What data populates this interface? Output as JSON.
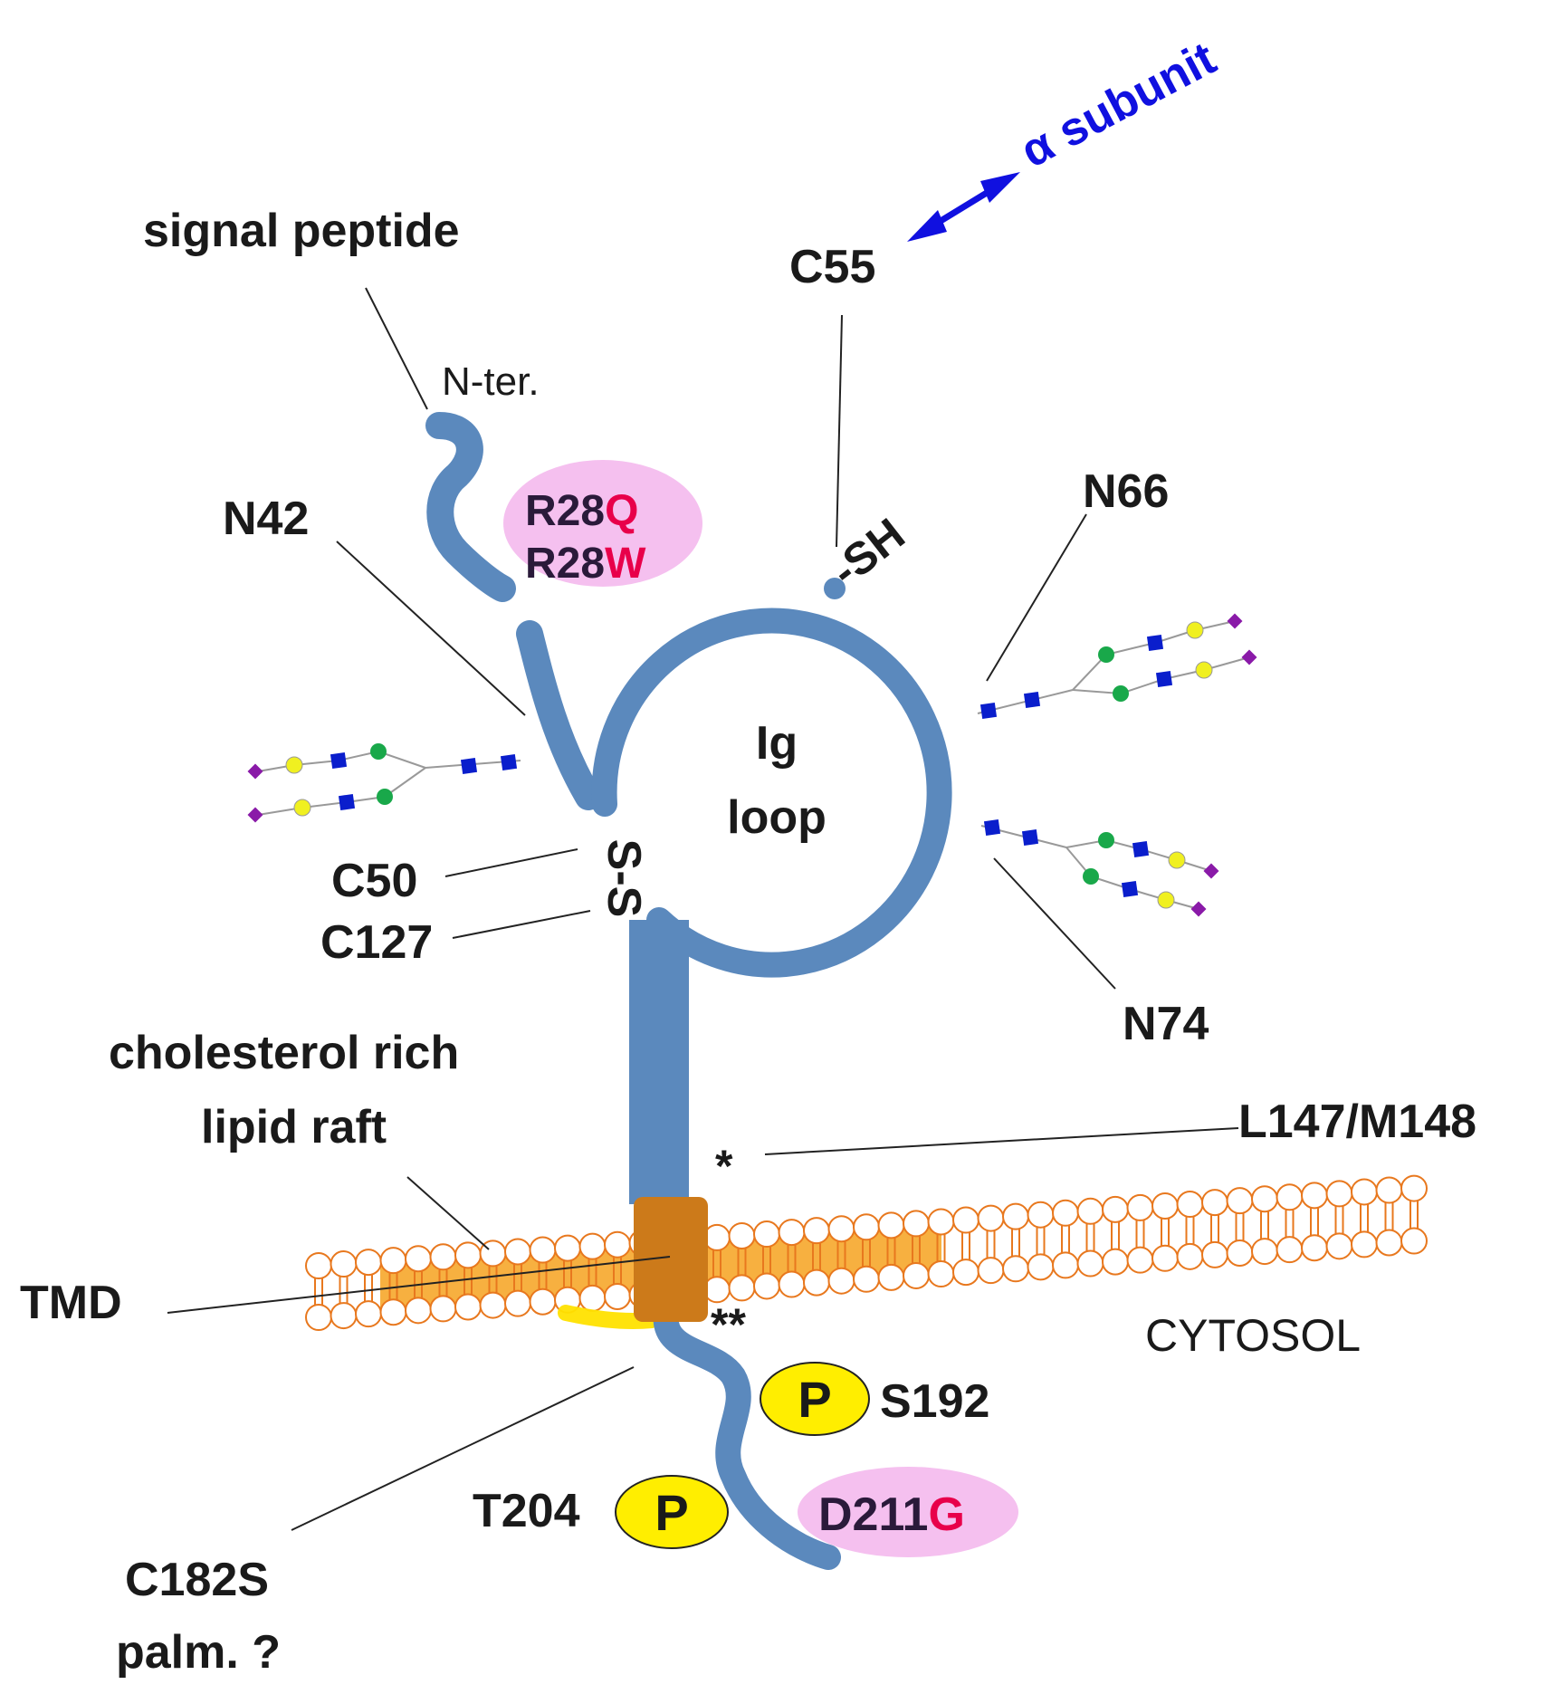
{
  "colors": {
    "protein": "#5b89bd",
    "tmd": "#cc7a1a",
    "membrane_stroke": "#e8781e",
    "raft_fill": "#f6a21e",
    "palmitoyl": "#ffe100",
    "phospho": "#ffee00",
    "mutation_bg": "#f5c0ef",
    "mutation_red": "#e8004a",
    "alpha_blue": "#1010e0",
    "glycan_square": "#0a1ecc",
    "glycan_green": "#19a84a",
    "glycan_yellow": "#f0f020",
    "glycan_diamond": "#8a1aa8"
  },
  "labels": {
    "signal_peptide": "signal peptide",
    "n_ter": "N-ter.",
    "c55": "C55",
    "alpha_subunit": "α subunit",
    "sh": "-SH",
    "n42": "N42",
    "n66": "N66",
    "n74": "N74",
    "ig": "Ig",
    "loop": "loop",
    "ss": "S-S",
    "c50": "C50",
    "c127": "C127",
    "raft_line1": "cholesterol rich",
    "raft_line2": "lipid raft",
    "l147": "L147/M148",
    "asterisk1": "*",
    "asterisk2": "**",
    "tmd": "TMD",
    "cytosol": "CYTOSOL",
    "s192": "S192",
    "t204": "T204",
    "p": "P",
    "c182s": "C182S",
    "palm": "palm. ?"
  },
  "mutations": {
    "r28": {
      "base": "R28",
      "alt1": "Q",
      "alt2": "W"
    },
    "d211": {
      "base": "D211",
      "alt": "G"
    }
  }
}
